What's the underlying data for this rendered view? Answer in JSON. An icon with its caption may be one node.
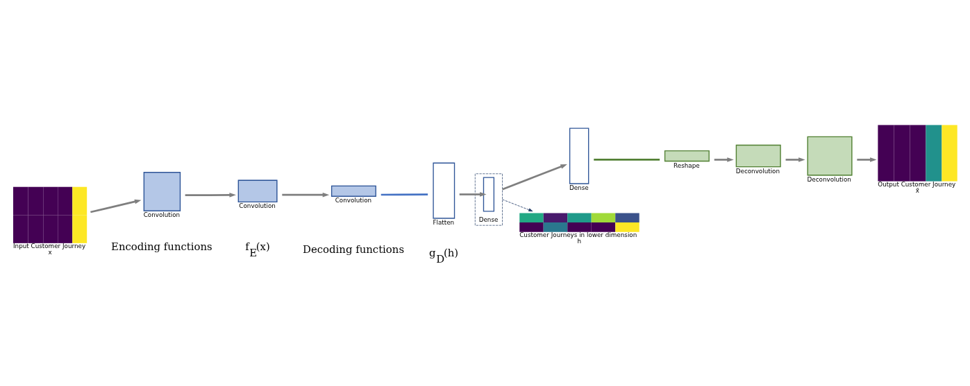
{
  "diagram": {
    "nodes": [
      {
        "text": [],
        "shape": "picture",
        "beside": [
          "Input Customer Journey",
          "x"
        ]
      },
      {
        "text": [
          "Convolution"
        ]
      },
      {
        "text": [
          "Convolution"
        ]
      },
      {
        "text": [
          "Convolution"
        ]
      },
      {
        "text": [
          "Flatten"
        ]
      },
      {
        "text": [
          "Dense"
        ]
      },
      {
        "text": [],
        "shape": "bar",
        "in": 5
      },
      {
        "text": [
          "Dense"
        ]
      },
      {
        "text": [
          "Reshape"
        ]
      },
      {
        "text": [
          "Deconvolution"
        ]
      },
      {
        "text": [
          "Deconvolution"
        ]
      },
      {
        "text": [],
        "shape": "picture",
        "beside": [
          "Output Customer Journey",
          "x̃"
        ]
      },
      {
        "text": [],
        "shape": "picture",
        "beside": [
          "Customer Journeys in lower dimension",
          "h"
        ]
      }
    ],
    "edges": [
      {
        "from": 0,
        "to": 1,
        "arrow": "to"
      },
      {
        "from": 1,
        "to": 2,
        "arrow": "to"
      },
      {
        "from": 2,
        "to": 3,
        "arrow": "to"
      },
      {
        "from": 3,
        "to": 4,
        "arrow": "none",
        "color": "#4472c4"
      },
      {
        "from": 4,
        "to": 6,
        "arrow": "to"
      },
      {
        "from": 5,
        "to": 7,
        "arrow": "to"
      },
      {
        "from": 5,
        "to": 12,
        "arrow": "to",
        "style": "dashed",
        "color": "#1f3864"
      },
      {
        "from": 7,
        "to": 8,
        "arrow": "none",
        "color": "#538135"
      },
      {
        "from": 8,
        "to": 9,
        "arrow": "to"
      },
      {
        "from": 9,
        "to": 10,
        "arrow": "to"
      },
      {
        "from": 10,
        "to": 11,
        "arrow": "to"
      }
    ],
    "labels": [
      "Encoding functions",
      "f$_{E}$(x)",
      "Decoding functions",
      "g$_{D}$(h)"
    ]
  }
}
